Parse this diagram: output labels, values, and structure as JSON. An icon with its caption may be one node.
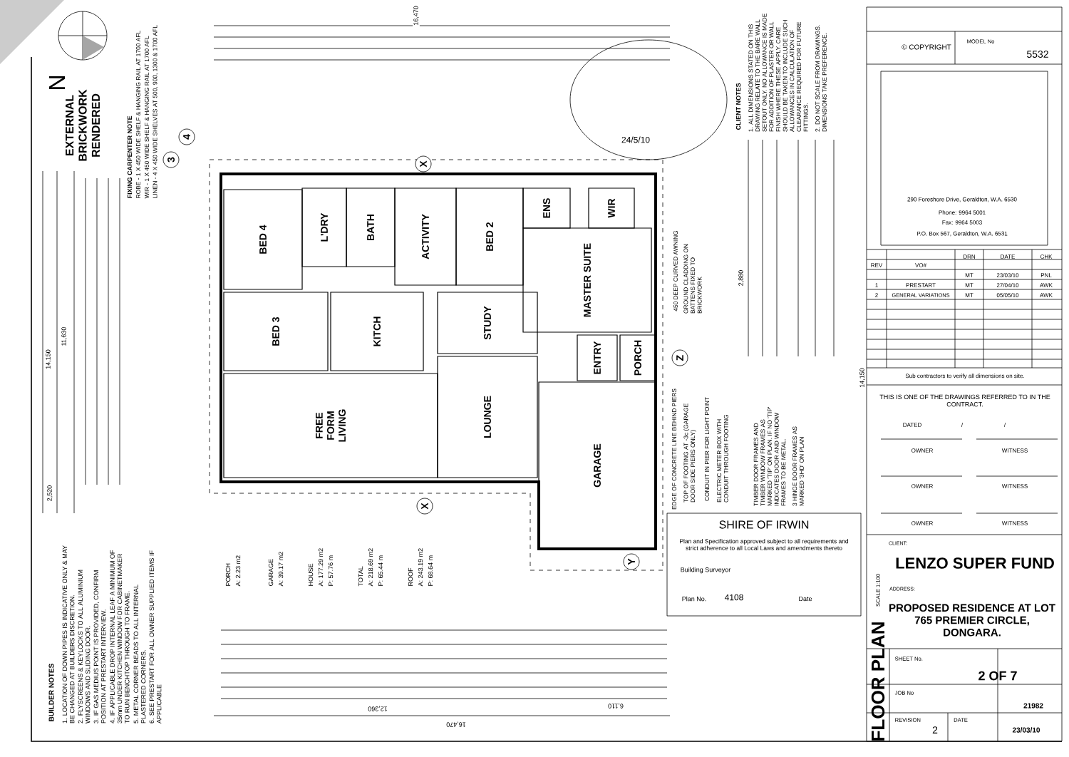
{
  "diagram": {
    "title": "FLOOR PLAN",
    "nodes": [
      {
        "text": [
          "BED 4"
        ]
      },
      {
        "text": [
          "L'DRY"
        ]
      },
      {
        "text": [
          "BATH"
        ]
      },
      {
        "text": [
          "ACTIVITY"
        ]
      },
      {
        "text": [
          "BED 2"
        ]
      },
      {
        "text": [
          "ENS"
        ]
      },
      {
        "text": [
          "WIR"
        ]
      },
      {
        "text": [
          "MASTER SUITE"
        ]
      },
      {
        "text": [
          "BED 3"
        ]
      },
      {
        "text": [
          "KITCH"
        ]
      },
      {
        "text": [
          "STUDY"
        ]
      },
      {
        "text": [
          "ENTRY"
        ]
      },
      {
        "text": [
          "PORCH"
        ]
      },
      {
        "text": [
          "FREE FORM LIVING"
        ]
      },
      {
        "text": [
          "LOUNGE"
        ]
      },
      {
        "text": [
          "GARAGE"
        ]
      },
      {
        "text": [
          "X"
        ]
      },
      {
        "text": [
          "X"
        ]
      },
      {
        "text": [
          "Y"
        ]
      },
      {
        "text": [
          "Z"
        ]
      },
      {
        "text": [
          "3"
        ]
      },
      {
        "text": [
          "4"
        ]
      }
    ],
    "labels": [
      "N",
      "EXTERNAL BRICKWORK RENDERED",
      "FIXING CARPENTER NOTE",
      "ROBE - 1 X 450 WIDE SHELF & HANGING RAIL AT 1700 AFL",
      "WIR - 1 X 450 WIDE SHELF & HANGING RAIL AT 1700 AFL",
      "LINEN - 4 X 450 WIDE SHELVES AT 500, 900, 1300 & 1700 AFL",
      "14,150",
      "11,630",
      "2,520",
      "BUILDER NOTES",
      "1. LOCATION OF DOWN PIPES IS INDICATIVE ONLY & MAY BE CHANGED AT BUILDERS DISCRETION.",
      "2. FLYSCREENS & KEYLOCKS TO ALL ALUMINIUM WINDOWS AND SLIDING DOOR.",
      "3. IF GAS MEDIUS POINT IS PROVIDED, CONFIRM POSITION AT PRESTART INTERVIEW.",
      "4. IF APPLICABLE DROP INTERNAL LEAF A MINIMUM OF 35mm UNDER KITCHEN WINDOW FOR CABINETMAKER TO RUN BENCHTOP THROUGH TO FRAME.",
      "5. METAL CORNER BEADS TO ALL INTERNAL PLASTERED CORNERS.",
      "6. SEE PRESTART FOR ALL OWNER SUPPLIED ITEMS IF APPLICABLE",
      "PORCH",
      "A: 2.23 m2",
      "GARAGE",
      "A: 39.17 m2",
      "HOUSE",
      "A: 177.29 m2",
      "P: 57.76 m",
      "TOTAL",
      "A: 218.69 m2",
      "P: 65.44 m",
      "ROOF",
      "A: 243.19 m2",
      "P: 68.64 m",
      "16,470",
      "12,360",
      "16,470",
      "6,110",
      "14,150",
      "2,880",
      "CLIENT NOTES",
      "1. ALL DIMENSIONS STATED ON THIS DRAWING RELATE TO THE BARE WALL SETOUT ONLY. NO ALLOWANCE IS MADE FOR ADDITION OF PLASTER OR WALL FINISH WHERE THESE APPLY. CARE SHOULD BE TAKEN TO INCLUDE SUCH ALLOWANCES IN CALCULATION OF CLEARANCE REQUIRED FOR FUTURE FITTINGS.",
      "2. DO NOT SCALE FROM DRAWINGS. DIMENSIONS TAKE PREFERENCE.",
      "24/5/10",
      "450 DEEP CURVED AWNING",
      "GROUND CLADDING ON BATTENS FIXED TO BRICKWORK",
      "EDGE OF CONCRETE LINE BEHIND PIERS",
      "TOP OF FOOTING AT -3c (GARAGE DOOR SIDE PIERS ONLY)",
      "CONDUIT IN PIER FOR LIGHT POINT",
      "ELECTRIC METER BOX WITH CONDUIT THROUGH FOOTING",
      "TIMBER DOOR FRAMES AND TIMBER WINDOW FRAMES AS MARKED 'TIP' ON PLAN. IF NO 'TIP' INDICATES DOOR AND WINDOW FRAMES TO BE METAL.",
      "3 HINGE DOOR FRAMES AS MARKED '3HD' ON PLAN",
      "SHIRE OF IRWIN",
      "Plan and Specification approved subject to all requirements and strict adherence to all Local Laws and amendments thereto",
      "Building Surveyor",
      "Plan No.",
      "4108",
      "Date",
      "© COPYRIGHT",
      "MODEL No",
      "5532",
      "290 Foreshore Drive, Geraldton, W.A. 6530",
      "Phone: 9964 5001",
      "Fax: 9964 5003",
      "P.O. Box 567, Geraldton, W.A. 6531",
      "REV",
      "VO#",
      "DRN",
      "DATE",
      "CHK",
      "MT",
      "23/03/10",
      "PNL",
      "1",
      "PRESTART",
      "MT",
      "27/04/10",
      "AWK",
      "2",
      "GENERAL VARIATIONS",
      "MT",
      "05/05/10",
      "AWK",
      "Sub contractors to verify all dimensions on site.",
      "THIS IS ONE OF THE DRAWINGS REFERRED TO IN THE CONTRACT.",
      "DATED",
      "/",
      "/",
      "OWNER",
      "WITNESS",
      "OWNER",
      "WITNESS",
      "OWNER",
      "WITNESS",
      "CLIENT:",
      "LENZO SUPER FUND",
      "ADDRESS:",
      "PROPOSED RESIDENCE AT LOT 765 PREMIER CIRCLE, DONGARA.",
      "SCALE 1:100",
      "SHEET No.",
      "2 OF 7",
      "JOB No",
      "21982",
      "REVISION",
      "2",
      "DATE",
      "23/03/10"
    ]
  }
}
